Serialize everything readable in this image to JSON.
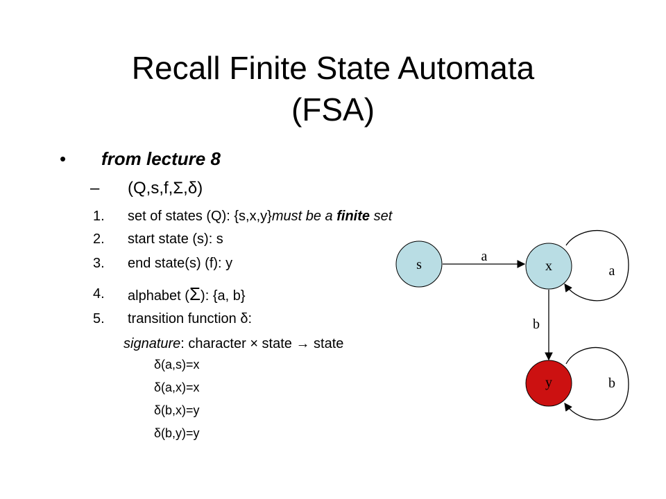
{
  "title": {
    "line1": "Recall Finite State Automata",
    "line2": "(FSA)"
  },
  "bullet": {
    "marker": "•",
    "text": "from lecture 8"
  },
  "sub": {
    "dash": "–",
    "tuple": "(Q,s,f,Σ,δ)"
  },
  "items": [
    {
      "num": "1.",
      "text": "set of states (Q): {s,x,y}",
      "emph": "must be a ",
      "bold": "finite",
      "tail": " set"
    },
    {
      "num": "2.",
      "text": "start state (s): s"
    },
    {
      "num": "3.",
      "text": "end state(s) (f): y"
    },
    {
      "num": "4.",
      "text_pre": "alphabet (",
      "sigma": "Σ",
      "text_post": "): {a, b}"
    },
    {
      "num": "5.",
      "text": "transition function δ:"
    }
  ],
  "signature": {
    "label": "signature",
    "text": ": character × state → state"
  },
  "transitions": [
    {
      "box": "",
      "text": "δ(a,s)=x"
    },
    {
      "box": "",
      "text": "δ(a,x)=x"
    },
    {
      "box": "",
      "text": "δ(b,x)=y"
    },
    {
      "box": "",
      "text": "δ(b,y)=y"
    }
  ],
  "diagram": {
    "states": [
      {
        "name": "s",
        "fill": "#b9dde4"
      },
      {
        "name": "x",
        "fill": "#b9dde4"
      },
      {
        "name": "y",
        "fill": "#cc1111"
      }
    ],
    "edges": [
      {
        "from": "s",
        "to": "x",
        "label": "a"
      },
      {
        "from": "x",
        "to": "x",
        "label": "a"
      },
      {
        "from": "x",
        "to": "y",
        "label": "b"
      },
      {
        "from": "y",
        "to": "y",
        "label": "b"
      }
    ]
  }
}
